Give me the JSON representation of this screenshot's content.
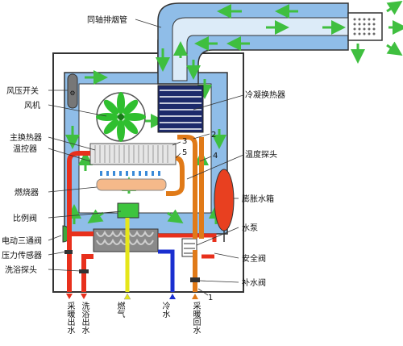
{
  "labels": {
    "flue": "同轴排烟管",
    "air_switch": "风压开关",
    "fan": "风机",
    "cond_hx": "冷凝换热器",
    "main_hx": "主换热器",
    "thermostat": "温控器",
    "burner": "燃烧器",
    "temp_probe": "温度探头",
    "proportional_valve": "比例阀",
    "expansion_tank": "膨胀水箱",
    "three_way_valve": "电动三通阀",
    "pump": "水泵",
    "pressure_sensor": "压力传感器",
    "safety_valve": "安全阀",
    "bath_probe": "洗浴探头",
    "refill_valve": "补水阀"
  },
  "numbers": {
    "n1": "1",
    "n2": "2",
    "n3": "3",
    "n4": "4",
    "n5": "5"
  },
  "bottom": {
    "heat_out": "采暖出水",
    "bath_out": "洗浴出水",
    "gas": "燃气",
    "water": "冷水",
    "heat_return": "采暖回水"
  },
  "colors": {
    "hot": "#e8301c",
    "cold": "#1a2fd0",
    "gas": "#e6e61a",
    "return": "#e07a18",
    "casing": "#8fbde8",
    "airflow": "#3fbf3f"
  }
}
